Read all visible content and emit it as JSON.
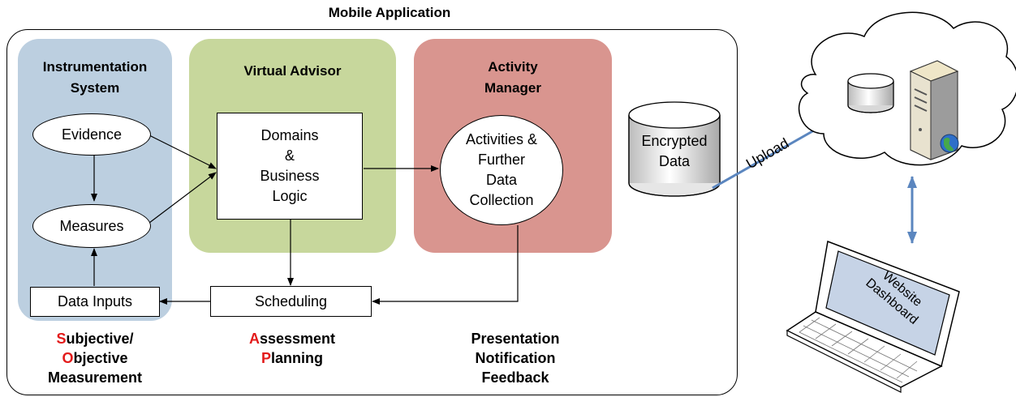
{
  "app_title": "Mobile Application",
  "panels": {
    "instrumentation": {
      "line1": "Instrumentation",
      "line2": "System",
      "color": "#bccfe0"
    },
    "advisor": {
      "line1": "Virtual Advisor",
      "color": "#c7d79c"
    },
    "activity": {
      "line1": "Activity",
      "line2": "Manager",
      "color": "#d9958f"
    }
  },
  "nodes": {
    "evidence": "Evidence",
    "measures": "Measures",
    "data_inputs": "Data Inputs",
    "domains": [
      "Domains",
      "&",
      "Business",
      "Logic"
    ],
    "activities": [
      "Activities &",
      "Further",
      "Data",
      "Collection"
    ],
    "scheduling": "Scheduling",
    "encrypted": [
      "Encrypted",
      "Data"
    ],
    "upload": "Upload",
    "website": [
      "Website",
      "Dashboard"
    ]
  },
  "captions": {
    "left": {
      "l1_first": "S",
      "l1_rest": "ubjective/",
      "l2_first": "O",
      "l2_rest": "bjective",
      "l3": "Measurement"
    },
    "middle": {
      "l1_first": "A",
      "l1_rest": "ssessment",
      "l2_first": "P",
      "l2_rest": "lanning"
    },
    "right": {
      "l1": "Presentation",
      "l2": "Notification",
      "l3": "Feedback"
    }
  },
  "colors": {
    "accent_red": "#e31a1a",
    "link_blue": "#5b86bf"
  }
}
